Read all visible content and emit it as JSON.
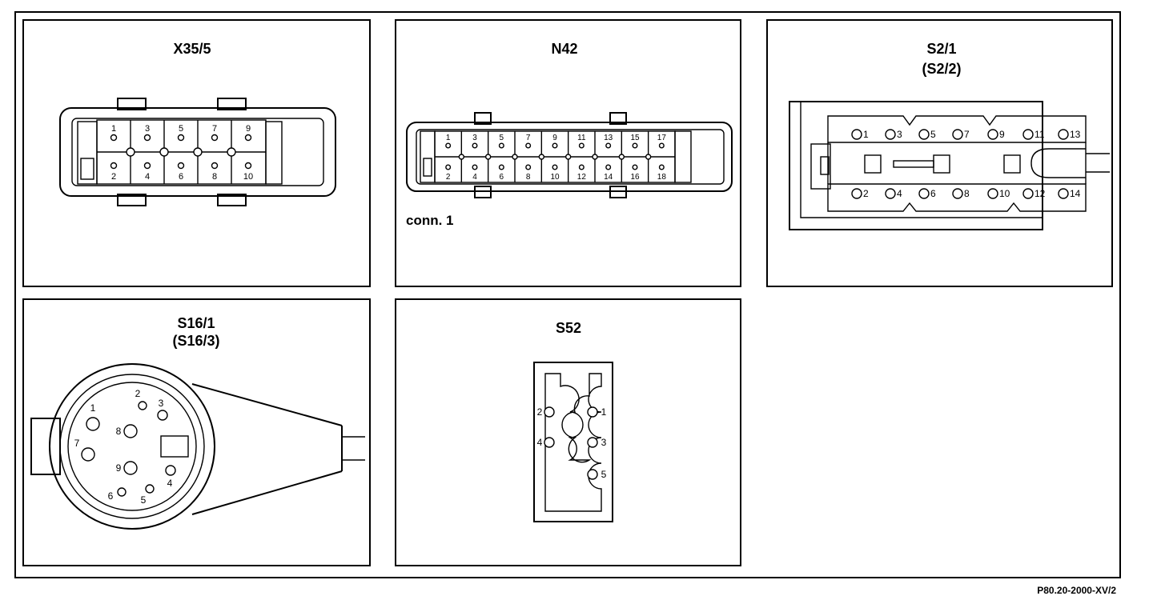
{
  "figure": {
    "reference": "P80.20-2000-XV/2"
  },
  "panels": {
    "x35_5": {
      "title": "X35/5",
      "pins_top": [
        "1",
        "3",
        "5",
        "7",
        "9"
      ],
      "pins_bottom": [
        "2",
        "4",
        "6",
        "8",
        "10"
      ]
    },
    "n42": {
      "title": "N42",
      "label": "conn. 1",
      "pins_top": [
        "1",
        "3",
        "5",
        "7",
        "9",
        "11",
        "13",
        "15",
        "17"
      ],
      "pins_bottom": [
        "2",
        "4",
        "6",
        "8",
        "10",
        "12",
        "14",
        "16",
        "18"
      ]
    },
    "s2_1": {
      "title": "S2/1",
      "subtitle": "(S2/2)",
      "pins_top": [
        "1",
        "3",
        "5",
        "7",
        "9",
        "11",
        "13"
      ],
      "pins_bottom": [
        "2",
        "4",
        "6",
        "8",
        "10",
        "12",
        "14"
      ]
    },
    "s16_1": {
      "title": "S16/1",
      "subtitle": "(S16/3)",
      "pins": [
        "1",
        "2",
        "3",
        "4",
        "5",
        "6",
        "7",
        "8",
        "9"
      ]
    },
    "s52": {
      "title": "S52",
      "pins_left": [
        "2",
        "4"
      ],
      "pins_right": [
        "1",
        "3",
        "5"
      ]
    }
  }
}
